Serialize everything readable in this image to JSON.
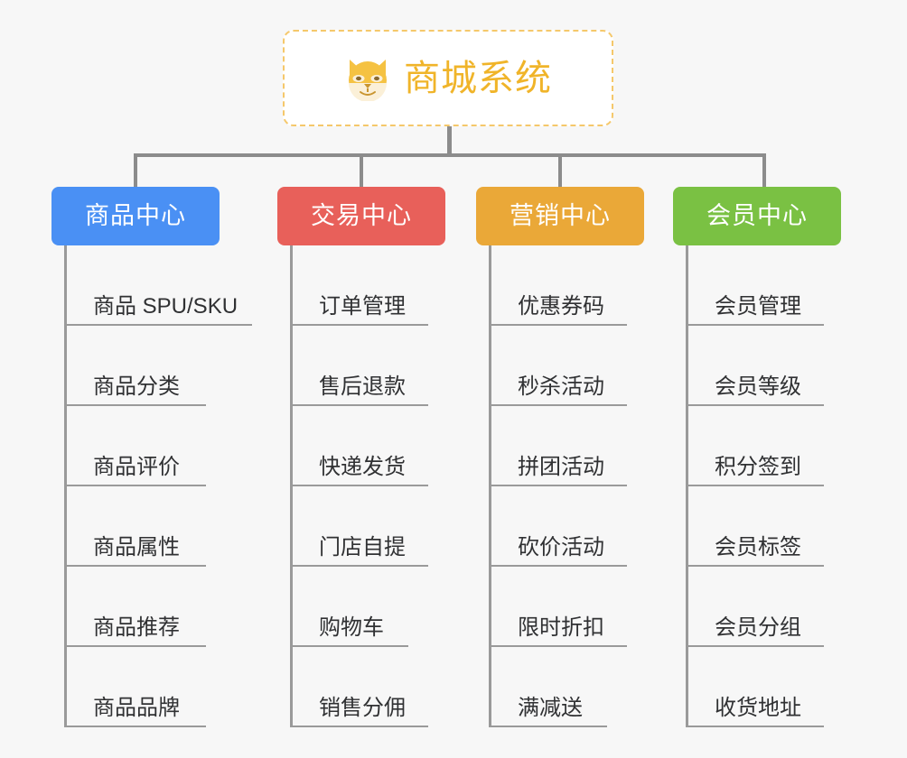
{
  "page": {
    "background_color": "#f7f7f7",
    "type": "mind-map-tree"
  },
  "root": {
    "title": "商城系统",
    "icon": "shiba-dog-emoji",
    "border_color": "#f5c86b",
    "text_color": "#f0b429"
  },
  "connector": {
    "color": "#8c8c8c"
  },
  "columns": [
    {
      "label": "商品中心",
      "color": "#4a90f4",
      "items": [
        "商品 SPU/SKU",
        "商品分类",
        "商品评价",
        "商品属性",
        "商品推荐",
        "商品品牌"
      ]
    },
    {
      "label": "交易中心",
      "color": "#e8605a",
      "items": [
        "订单管理",
        "售后退款",
        "快递发货",
        "门店自提",
        "购物车",
        "销售分佣"
      ]
    },
    {
      "label": "营销中心",
      "color": "#eaa838",
      "items": [
        "优惠券码",
        "秒杀活动",
        "拼团活动",
        "砍价活动",
        "限时折扣",
        "满减送"
      ]
    },
    {
      "label": "会员中心",
      "color": "#7ac143",
      "items": [
        "会员管理",
        "会员等级",
        "积分签到",
        "会员标签",
        "会员分组",
        "收货地址"
      ]
    }
  ]
}
